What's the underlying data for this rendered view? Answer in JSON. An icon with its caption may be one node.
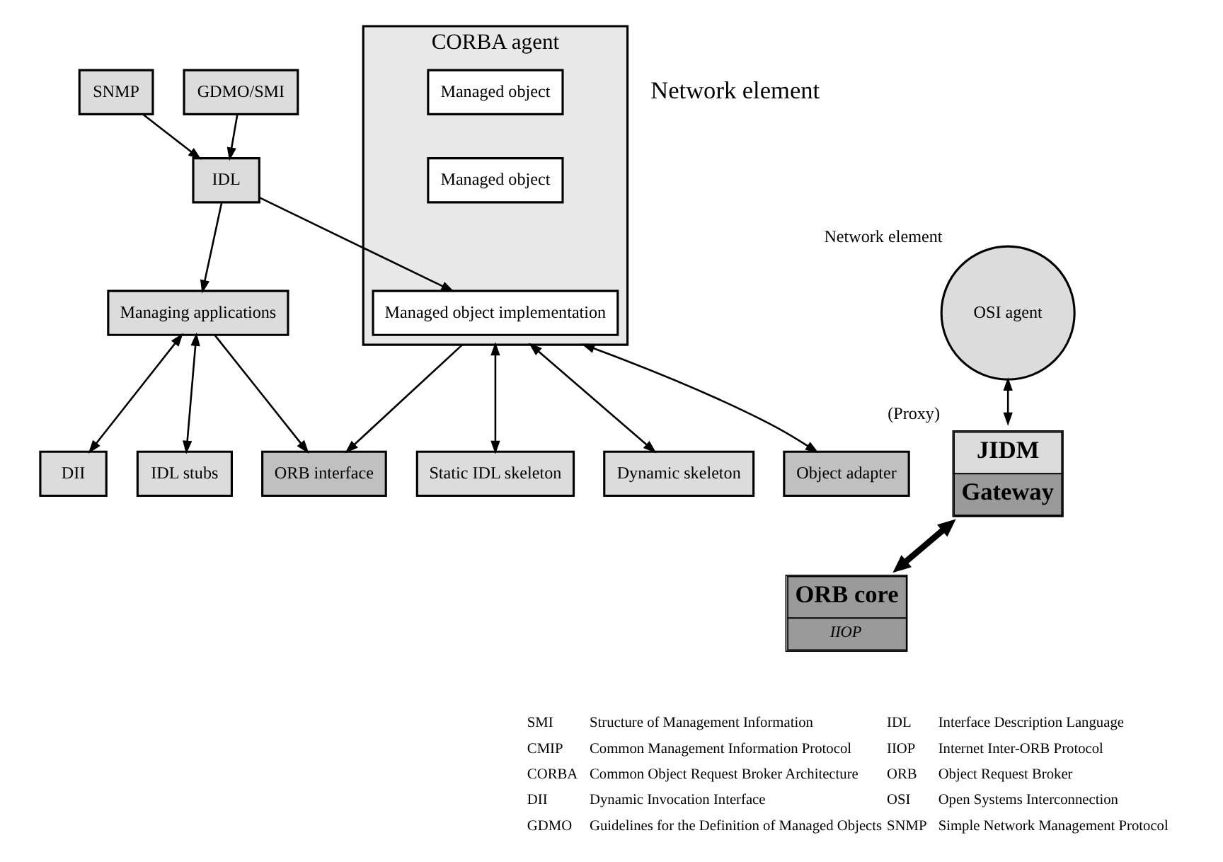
{
  "diagram": {
    "nodes": [
      {
        "text": [
          "SNMP"
        ]
      },
      {
        "text": [
          "GDMO/SMI"
        ]
      },
      {
        "text": [
          "IDL"
        ]
      },
      {
        "text": [
          "Managing applications"
        ]
      },
      {
        "text": [
          "CORBA agent"
        ]
      },
      {
        "text": [
          "Managed object"
        ],
        "in": 4
      },
      {
        "text": [
          "Managed object"
        ],
        "in": 4
      },
      {
        "text": [
          "Managed object implementation"
        ],
        "in": 4
      },
      {
        "text": [
          "DII"
        ]
      },
      {
        "text": [
          "IDL stubs"
        ]
      },
      {
        "text": [
          "ORB interface"
        ]
      },
      {
        "text": [
          "Static IDL skeleton"
        ]
      },
      {
        "text": [
          "Dynamic skeleton"
        ]
      },
      {
        "text": [
          "Object adapter"
        ]
      },
      {
        "text": [
          "ORB core",
          "IIOP"
        ]
      },
      {
        "text": [
          "OSI agent"
        ],
        "beside": [
          "Network element"
        ]
      },
      {
        "text": [
          "JIDM",
          "Gateway"
        ],
        "beside": [
          "(Proxy)"
        ]
      }
    ],
    "edges": [
      {
        "from": 0,
        "to": 2,
        "arrow": "to"
      },
      {
        "from": 1,
        "to": 2,
        "arrow": "to"
      },
      {
        "from": 2,
        "to": 3,
        "arrow": "to"
      },
      {
        "from": 2,
        "to": 7,
        "arrow": "to"
      },
      {
        "from": 3,
        "to": 8,
        "arrow": "both"
      },
      {
        "from": 3,
        "to": 9,
        "arrow": "both"
      },
      {
        "from": 3,
        "to": 10,
        "arrow": "to"
      },
      {
        "from": 4,
        "to": 10,
        "arrow": "to"
      },
      {
        "from": 4,
        "to": 11,
        "arrow": "both"
      },
      {
        "from": 4,
        "to": 12,
        "arrow": "both"
      },
      {
        "from": 4,
        "to": 13,
        "arrow": "both"
      },
      {
        "from": 15,
        "to": 16,
        "arrow": "both"
      },
      {
        "from": 16,
        "to": 14,
        "arrow": "both",
        "style": "thick"
      }
    ],
    "labels": [
      "Network element",
      "SMI",
      "Structure of Management Information",
      "IDL",
      "Interface Description Language",
      "CMIP",
      "Common Management Information Protocol",
      "IIOP",
      "Internet Inter-ORB Protocol",
      "CORBA",
      "Common Object Request Broker Architecture",
      "ORB",
      "Object Request Broker",
      "DII",
      "Dynamic Invocation Interface",
      "OSI",
      "Open Systems Interconnection",
      "GDMO",
      "Guidelines for the Definition of Managed Objects",
      "SNMP",
      "Simple Network Management Protocol"
    ]
  }
}
